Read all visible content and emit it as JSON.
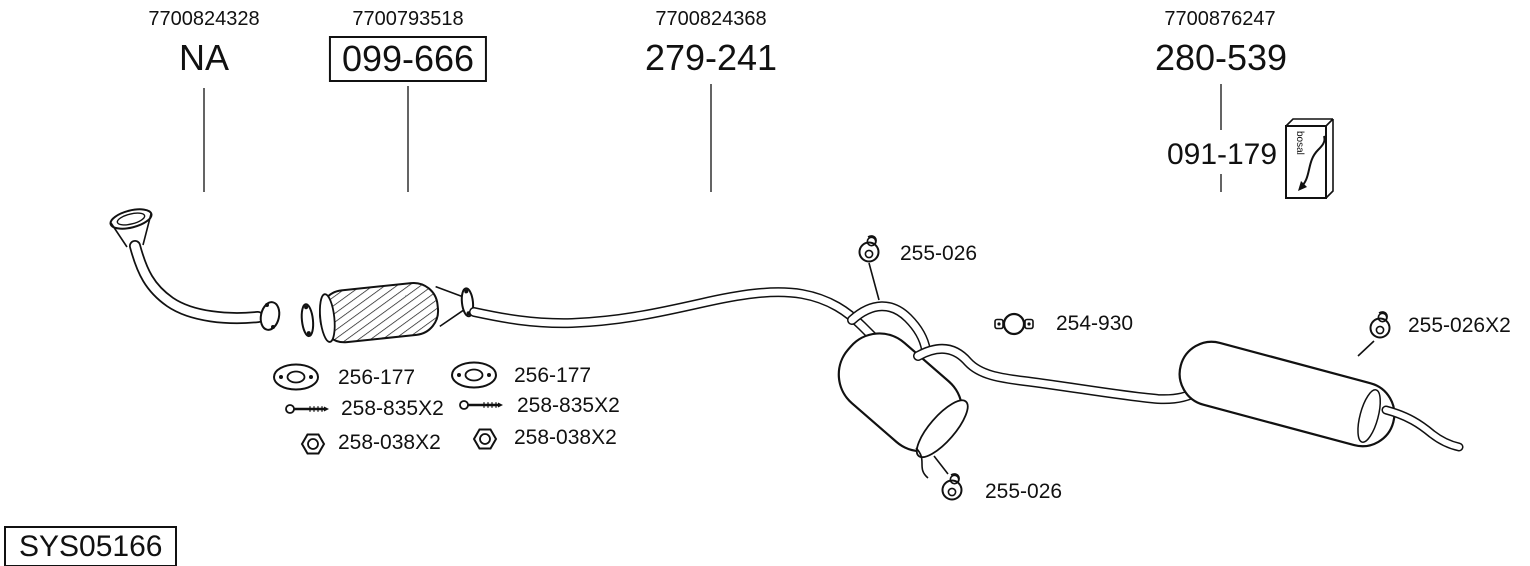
{
  "brand": "bosal",
  "header_labels": [
    {
      "oem": "7700824328",
      "part": "NA"
    },
    {
      "oem": "7700793518",
      "part": "099-666"
    },
    {
      "oem": "7700824368",
      "part": "279-241"
    },
    {
      "oem": "7700876247",
      "part": "280-539"
    }
  ],
  "secondary_part": "091-179",
  "callouts": {
    "hanger_top": "255-026",
    "clamp": "254-930",
    "hanger_rear": "255-026X2",
    "hanger_bottom": "255-026"
  },
  "fitting_columns": [
    {
      "gasket": "256-177",
      "bolt_set": "258-835X2",
      "nut_set": "258-038X2"
    },
    {
      "gasket": "256-177",
      "bolt_set": "258-835X2",
      "nut_set": "258-038X2"
    }
  ],
  "diagram_code": "SYS05166"
}
